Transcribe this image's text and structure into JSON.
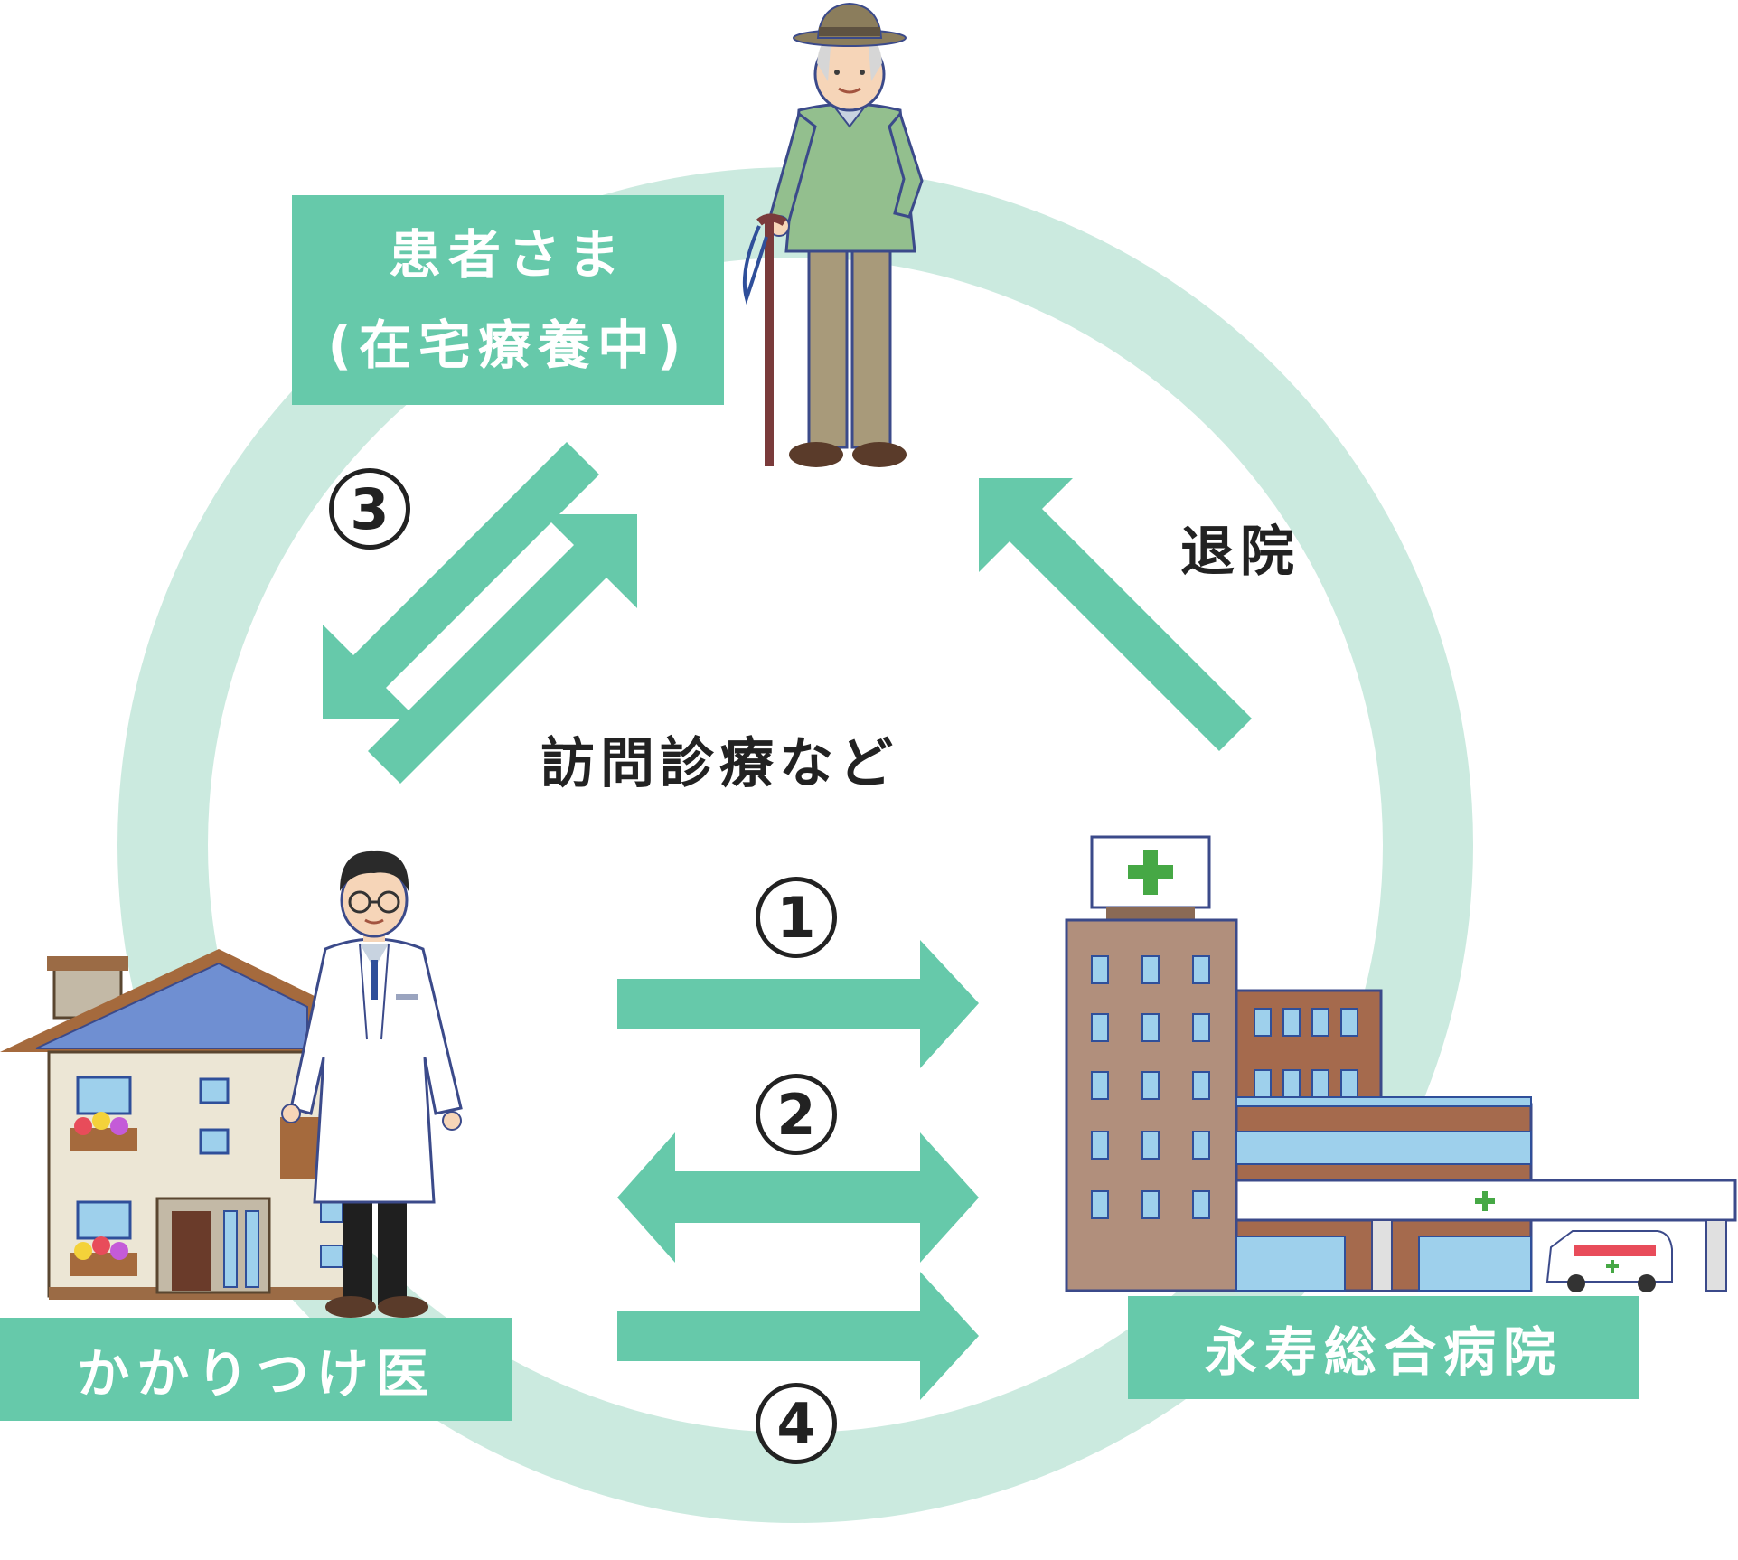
{
  "colors": {
    "ring": "#cbeadf",
    "arrow": "#66c9aa",
    "box": "#66c9aa",
    "box_text": "#ffffff",
    "text": "#222222"
  },
  "nodes": {
    "patient": {
      "line1": "患者さま",
      "line2": "(在宅療養中)"
    },
    "clinic": {
      "label": "かかりつけ医"
    },
    "hospital": {
      "label": "永寿総合病院"
    }
  },
  "flows": {
    "home_visit": "訪問診療など",
    "discharge": "退院",
    "step1": "1",
    "step2": "2",
    "step3": "3",
    "step4": "4"
  },
  "icons": [
    "elderly-patient-icon",
    "doctor-icon",
    "house-icon",
    "hospital-building-icon",
    "ambulance-icon"
  ]
}
